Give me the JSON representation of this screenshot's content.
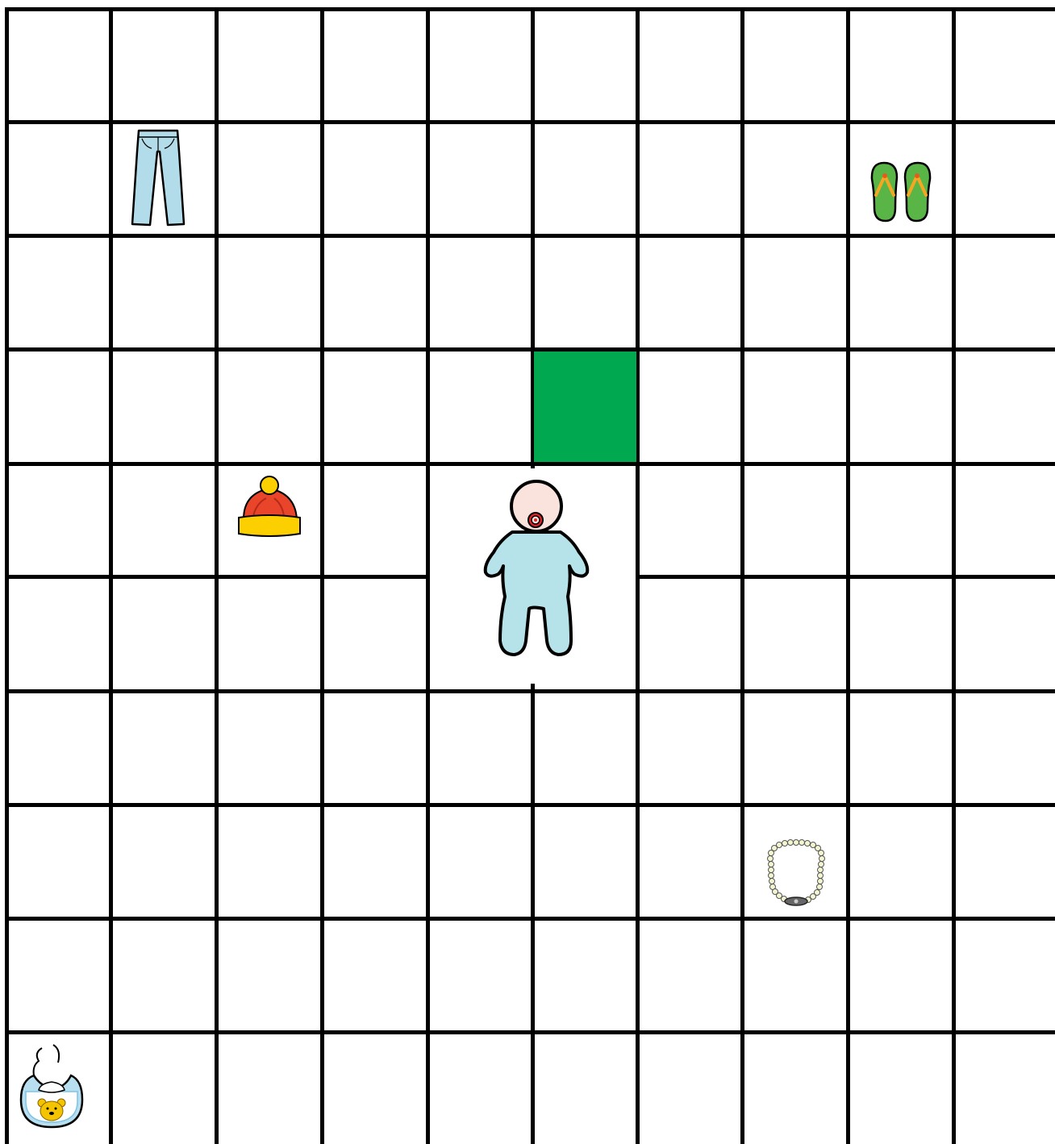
{
  "board": {
    "rows": 10,
    "columns": 10,
    "line_color": "#000000",
    "background": "#ffffff"
  },
  "target_cell": {
    "row": 4,
    "column": 6,
    "color": "#00a94f"
  },
  "player": {
    "icon": "baby-icon",
    "cell_rows": [
      5,
      6
    ],
    "cell_columns": [
      5,
      6
    ]
  },
  "items": [
    {
      "icon": "jeans-icon",
      "row": 2,
      "column": 2
    },
    {
      "icon": "flip-flops-icon",
      "row": 2,
      "column": 9
    },
    {
      "icon": "winter-hat-icon",
      "row": 5,
      "column": 3
    },
    {
      "icon": "pearl-necklace-icon",
      "row": 8,
      "column": 8
    },
    {
      "icon": "baby-bib-icon",
      "row": 10,
      "column": 1
    }
  ]
}
